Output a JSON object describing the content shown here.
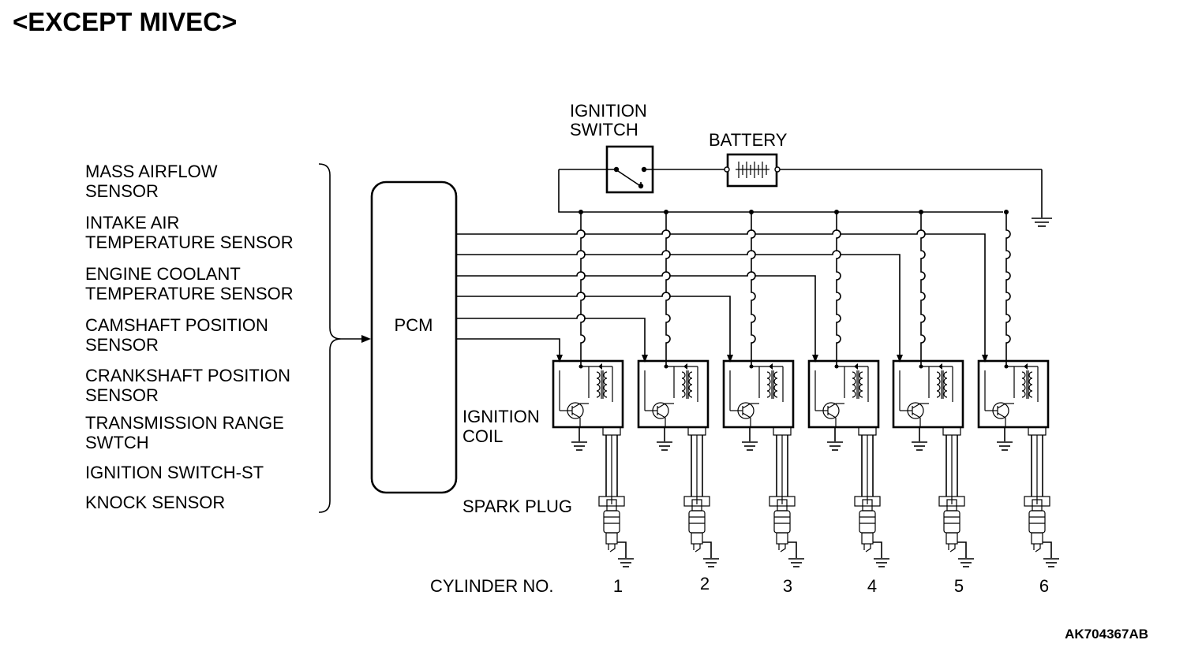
{
  "title": "<EXCEPT MIVEC>",
  "inputs": [
    [
      "MASS AIRFLOW",
      "SENSOR"
    ],
    [
      "INTAKE AIR",
      "TEMPERATURE SENSOR"
    ],
    [
      "ENGINE COOLANT",
      "TEMPERATURE SENSOR"
    ],
    [
      "CAMSHAFT POSITION",
      "SENSOR"
    ],
    [
      "CRANKSHAFT POSITION",
      "SENSOR"
    ],
    [
      "TRANSMISSION RANGE",
      "SWTCH"
    ],
    [
      "IGNITION SWITCH-ST"
    ],
    [
      "KNOCK SENSOR"
    ]
  ],
  "pcm_label": "PCM",
  "ignition_switch_label": [
    "IGNITION",
    "SWITCH"
  ],
  "battery_label": "BATTERY",
  "ignition_coil_label": [
    "IGNITION",
    "COIL"
  ],
  "spark_plug_label": "SPARK PLUG",
  "cylinder_label": "CYLINDER NO.",
  "cylinders": [
    "1",
    "2",
    "3",
    "4",
    "5",
    "6"
  ],
  "figure_code": "AK704367AB"
}
